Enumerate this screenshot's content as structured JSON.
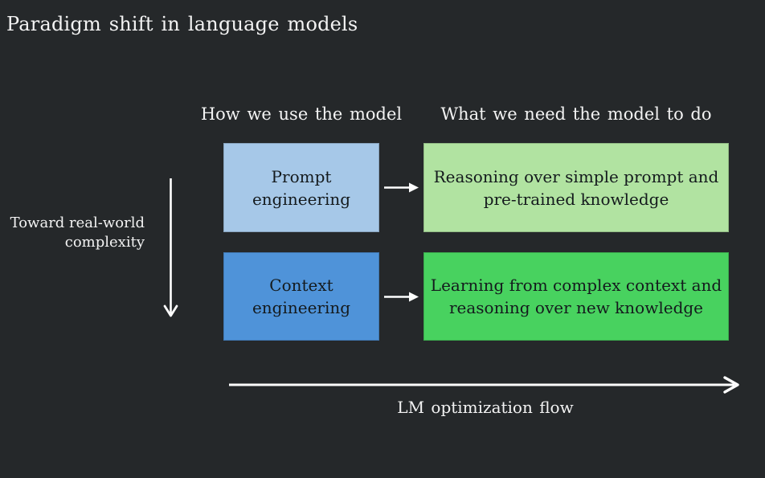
{
  "title": "Paradigm shift in language models",
  "columns": {
    "usage_header": "How we use the model",
    "need_header": "What we need the model to do"
  },
  "rows": [
    {
      "method": "Prompt\nengineering",
      "method_color": "#a6c8e8",
      "need": "Reasoning over simple prompt and\npre-trained knowledge",
      "need_color": "#b1e3a1"
    },
    {
      "method": "Context\nengineering",
      "method_color": "#4f93d9",
      "need": "Learning from complex context and\nreasoning over new knowledge",
      "need_color": "#48d25f"
    }
  ],
  "axes": {
    "vertical_label": "Toward real-world\ncomplexity",
    "horizontal_label": "LM optimization flow"
  },
  "icons": {
    "row_connector": "right-arrow-icon",
    "vertical_axis": "down-arrow-icon",
    "horizontal_axis": "right-arrow-icon"
  },
  "colors": {
    "background": "#25282a",
    "heading_text": "#f3f3f3",
    "box_text": "#141a1d",
    "arrow": "#ffffff"
  }
}
